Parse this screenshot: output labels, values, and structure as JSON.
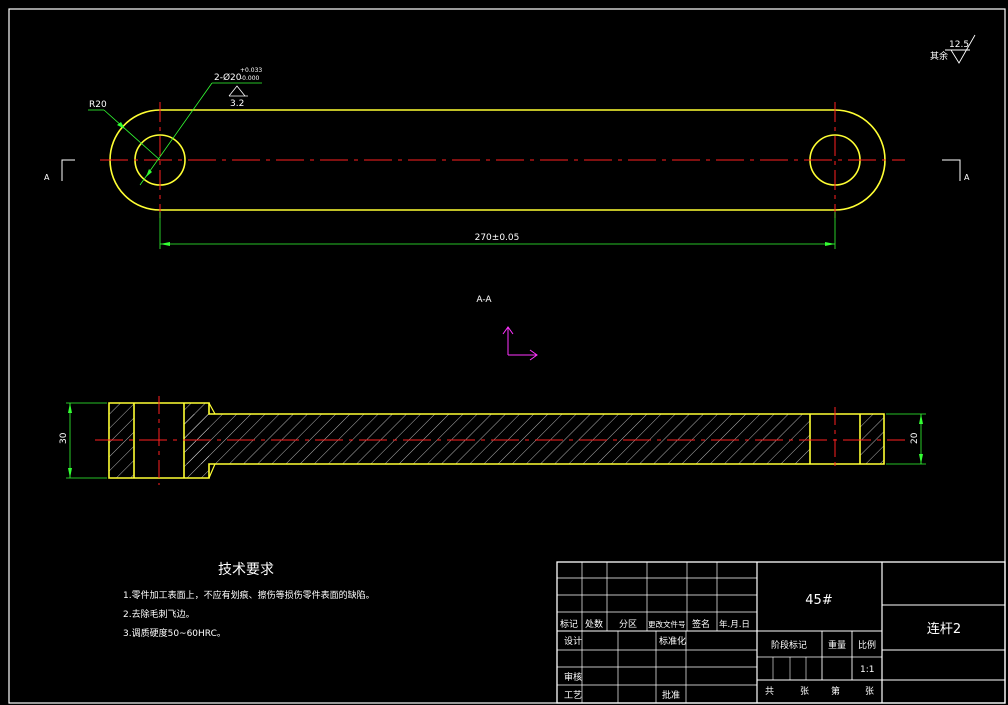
{
  "colors": {
    "background": "#000000",
    "outline": "#ffff33",
    "dimension": "#33ff33",
    "centerline": "#ff2020",
    "border": "#ffffff",
    "ucs": "#ff33ff",
    "text": "#ffffff"
  },
  "top_view": {
    "radius_label": "R20",
    "hole_label": "2-Ø20",
    "hole_tol_upper": "+0.033",
    "hole_tol_lower": "-0.000",
    "roughness_hole": "3.2",
    "length_dim": "270±0.05",
    "section_mark_left": "A",
    "section_mark_right": "A"
  },
  "roughness_rest": {
    "label": "其余",
    "value": "12.5"
  },
  "section_view": {
    "title": "A-A",
    "dim_left": "30",
    "dim_right": "20"
  },
  "tech_requirements": {
    "title": "技术要求",
    "items": [
      "1.零件加工表面上，不应有划痕、擦伤等损伤零件表面的缺陷。",
      "2.去除毛刺飞边。",
      "3.调质硬度50~60HRC。"
    ]
  },
  "title_block": {
    "material": "45#",
    "part_name": "连杆2",
    "scale": "1:1",
    "header_cells": [
      "标记",
      "处数",
      "分区",
      "更改文件号",
      "签名",
      "年.月.日"
    ],
    "design": "设计",
    "standardization": "标准化",
    "check": "审核",
    "process": "工艺",
    "approve": "批准",
    "stage_mark": "阶段标记",
    "weight": "重量",
    "scale_label": "比例",
    "sheets_total": "共",
    "sheets_unit1": "张",
    "sheet_no": "第",
    "sheets_unit2": "张"
  }
}
